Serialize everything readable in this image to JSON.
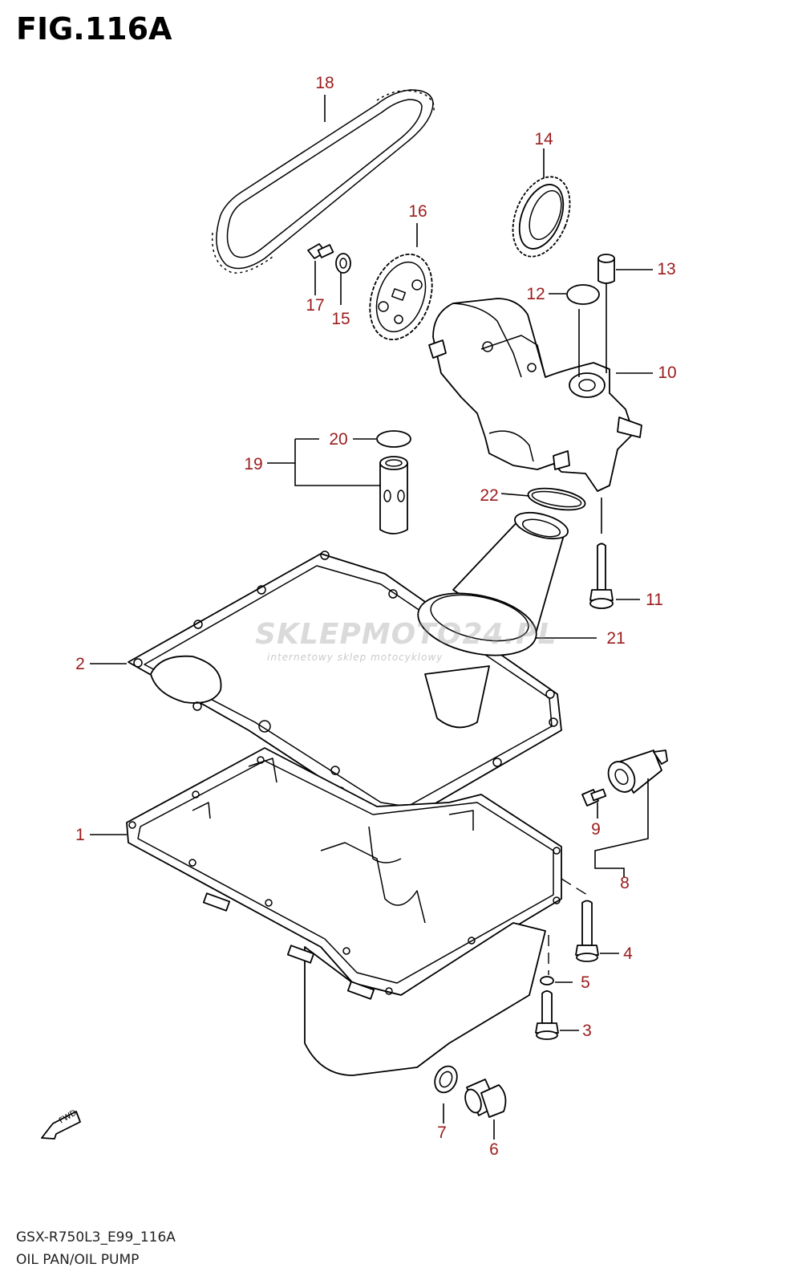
{
  "figure": {
    "title": "FIG.116A",
    "code": "GSX-R750L3_E99_116A",
    "name": "OIL PAN/OIL PUMP"
  },
  "watermark": {
    "brand": "SKLEPMOTO24.PL",
    "subtitle": "internetowy sklep motocyklowy"
  },
  "fwd_label": "FWD",
  "colors": {
    "callout": "#9b1c1c",
    "lines": "#000000"
  },
  "callouts": [
    {
      "id": "1",
      "label": "1"
    },
    {
      "id": "2",
      "label": "2"
    },
    {
      "id": "3",
      "label": "3"
    },
    {
      "id": "4",
      "label": "4"
    },
    {
      "id": "5",
      "label": "5"
    },
    {
      "id": "6",
      "label": "6"
    },
    {
      "id": "7",
      "label": "7"
    },
    {
      "id": "8",
      "label": "8"
    },
    {
      "id": "9",
      "label": "9"
    },
    {
      "id": "10",
      "label": "10"
    },
    {
      "id": "11",
      "label": "11"
    },
    {
      "id": "12",
      "label": "12"
    },
    {
      "id": "13",
      "label": "13"
    },
    {
      "id": "14",
      "label": "14"
    },
    {
      "id": "15",
      "label": "15"
    },
    {
      "id": "16",
      "label": "16"
    },
    {
      "id": "17",
      "label": "17"
    },
    {
      "id": "18",
      "label": "18"
    },
    {
      "id": "19",
      "label": "19"
    },
    {
      "id": "20",
      "label": "20"
    },
    {
      "id": "21",
      "label": "21"
    },
    {
      "id": "22",
      "label": "22"
    }
  ]
}
